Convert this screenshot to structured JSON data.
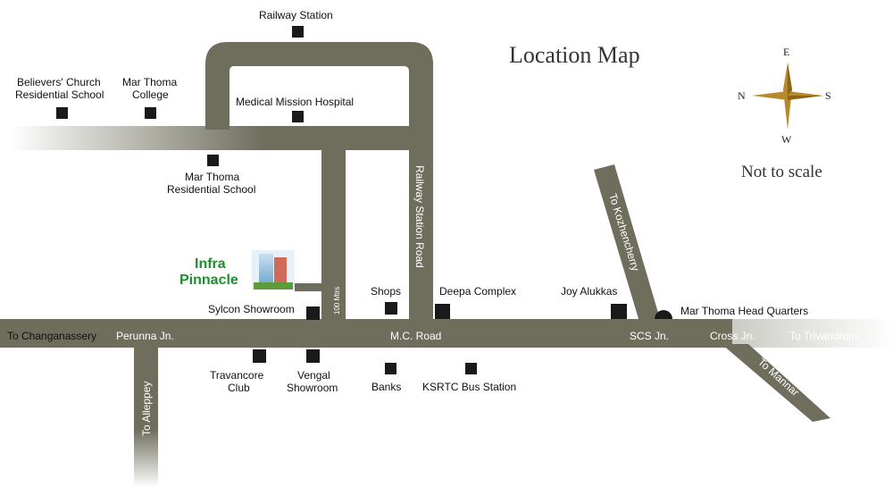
{
  "title": "Location Map",
  "scale_note": "Not to scale",
  "compass": {
    "north": "N",
    "south": "S",
    "east": "E",
    "west": "W"
  },
  "project": {
    "line1": "Infra",
    "line2": "Pinnacle",
    "distance": "100 Mtrs"
  },
  "roads": {
    "mc_road": "M.C. Road",
    "railway_station_road": "Railway Station Road",
    "to_changanassery": "To Changanassery",
    "to_trivandrum": "To Trivandrum",
    "to_alleppey": "To Alleppey",
    "to_kozhencherry": "To Kozhencherry",
    "to_mannar": "To Mannar"
  },
  "junctions": {
    "perunna": "Perunna Jn.",
    "scs": "SCS Jn.",
    "cross": "Cross Jn."
  },
  "landmarks": {
    "railway_station": "Railway Station",
    "believers_church_1": "Believers' Church",
    "believers_church_2": "Residential School",
    "mar_thoma_college_1": "Mar Thoma",
    "mar_thoma_college_2": "College",
    "medical_mission": "Medical Mission Hospital",
    "mt_residential_1": "Mar Thoma",
    "mt_residential_2": "Residential School",
    "sylcon": "Sylcon Showroom",
    "shops": "Shops",
    "deepa": "Deepa Complex",
    "joy_alukkas": "Joy Alukkas",
    "mt_hq": "Mar Thoma Head Quarters",
    "travancore_1": "Travancore",
    "travancore_2": "Club",
    "vengal_1": "Vengal",
    "vengal_2": "Showroom",
    "banks": "Banks",
    "ksrtc": "KSRTC Bus Station"
  },
  "colors": {
    "road": "#6f6e5d",
    "road_edge": "#5a594a",
    "project_text": "#1f8f2e",
    "compass": "#b8892a"
  }
}
